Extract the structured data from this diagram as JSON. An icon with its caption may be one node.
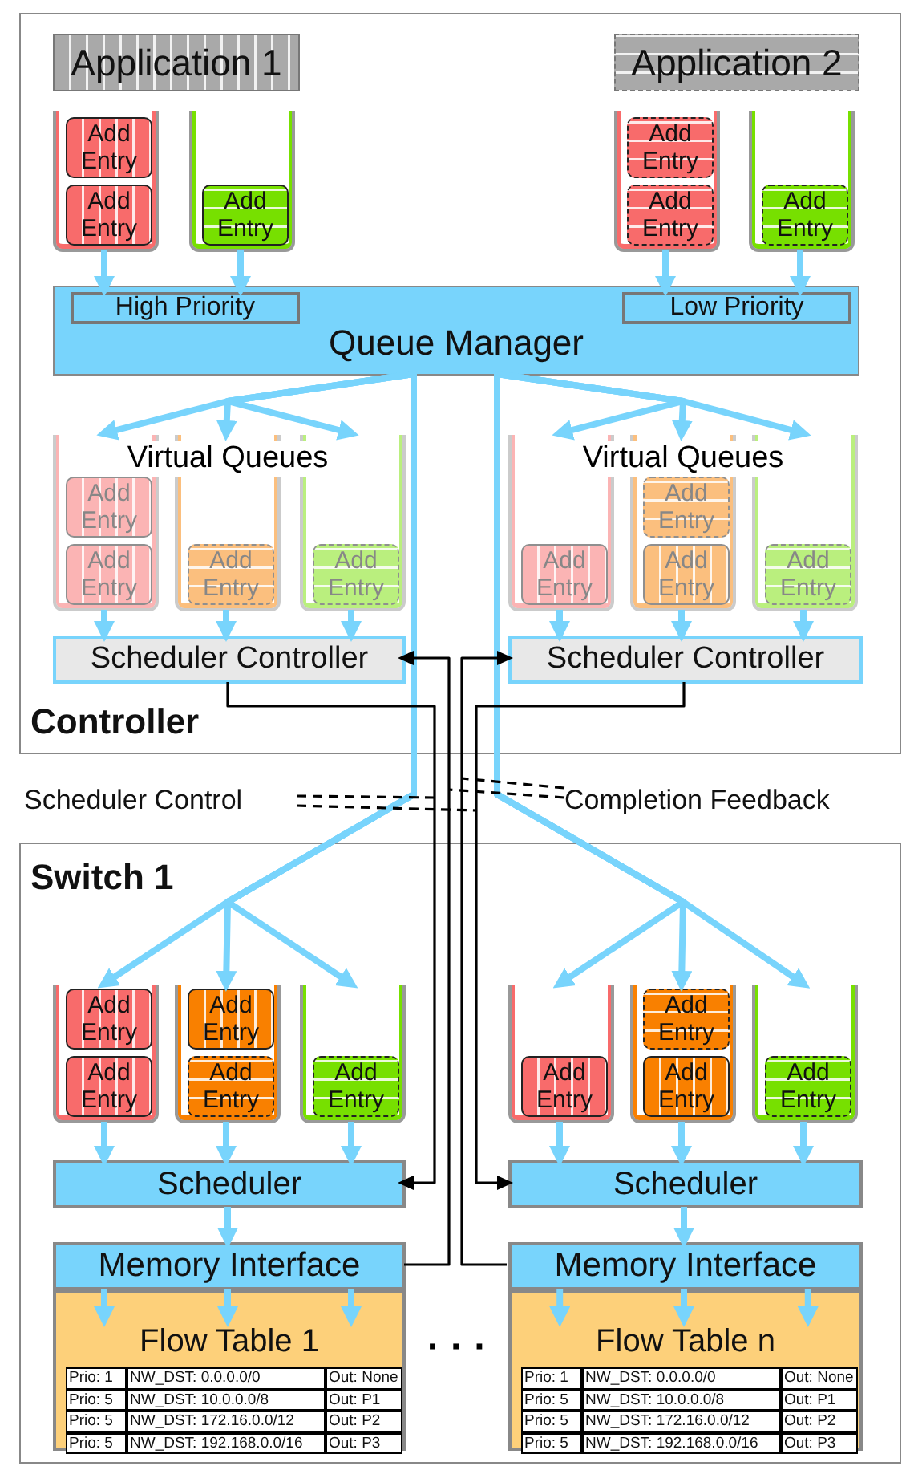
{
  "diagram": {
    "nodes": [
      {
        "text": [
          "Controller"
        ]
      },
      {
        "text": [
          "Application 1"
        ],
        "in": 0
      },
      {
        "text": [
          "Application 2"
        ],
        "in": 0
      },
      {
        "text": [],
        "shape": "box",
        "in": 0
      },
      {
        "text": [
          "Add Entry"
        ],
        "in": 3
      },
      {
        "text": [
          "Add Entry"
        ],
        "in": 3
      },
      {
        "text": [],
        "shape": "box",
        "in": 0
      },
      {
        "text": [
          "Add Entry"
        ],
        "in": 6
      },
      {
        "text": [],
        "shape": "box",
        "in": 0
      },
      {
        "text": [
          "Add Entry"
        ],
        "in": 8
      },
      {
        "text": [
          "Add Entry"
        ],
        "in": 8
      },
      {
        "text": [],
        "shape": "box",
        "in": 0
      },
      {
        "text": [
          "Add Entry"
        ],
        "in": 11
      },
      {
        "text": [
          "Queue Manager"
        ],
        "in": 0
      },
      {
        "text": [
          "High Priority"
        ],
        "in": 13
      },
      {
        "text": [
          "Low Priority"
        ],
        "in": 13
      },
      {
        "text": [],
        "shape": "box",
        "in": 0
      },
      {
        "text": [
          "Add Entry"
        ],
        "in": 16
      },
      {
        "text": [
          "Add Entry"
        ],
        "in": 16
      },
      {
        "text": [],
        "shape": "box",
        "in": 0
      },
      {
        "text": [
          "Add Entry"
        ],
        "in": 19
      },
      {
        "text": [],
        "shape": "box",
        "in": 0
      },
      {
        "text": [
          "Add Entry"
        ],
        "in": 21
      },
      {
        "text": [],
        "shape": "box",
        "in": 0
      },
      {
        "text": [
          "Add Entry"
        ],
        "in": 23
      },
      {
        "text": [],
        "shape": "box",
        "in": 0
      },
      {
        "text": [
          "Add Entry"
        ],
        "in": 25
      },
      {
        "text": [
          "Add Entry"
        ],
        "in": 25
      },
      {
        "text": [],
        "shape": "box",
        "in": 0
      },
      {
        "text": [
          "Add Entry"
        ],
        "in": 28
      },
      {
        "text": [
          "Scheduler Controller"
        ],
        "in": 0
      },
      {
        "text": [
          "Scheduler Controller"
        ],
        "in": 0
      },
      {
        "text": [
          "Scheduler Control"
        ]
      },
      {
        "text": [
          "Completion Feedback"
        ]
      },
      {
        "text": [
          "Switch 1"
        ]
      },
      {
        "text": [],
        "shape": "box",
        "in": 34
      },
      {
        "text": [
          "Add Entry"
        ],
        "in": 35
      },
      {
        "text": [
          "Add Entry"
        ],
        "in": 35
      },
      {
        "text": [],
        "shape": "box",
        "in": 34
      },
      {
        "text": [
          "Add Entry"
        ],
        "in": 38
      },
      {
        "text": [
          "Add Entry"
        ],
        "in": 38
      },
      {
        "text": [],
        "shape": "box",
        "in": 34
      },
      {
        "text": [
          "Add Entry"
        ],
        "in": 41
      },
      {
        "text": [],
        "shape": "box",
        "in": 34
      },
      {
        "text": [
          "Add Entry"
        ],
        "in": 43
      },
      {
        "text": [],
        "shape": "box",
        "in": 34
      },
      {
        "text": [
          "Add Entry"
        ],
        "in": 45
      },
      {
        "text": [
          "Add Entry"
        ],
        "in": 45
      },
      {
        "text": [],
        "shape": "box",
        "in": 34
      },
      {
        "text": [
          "Add Entry"
        ],
        "in": 48
      },
      {
        "text": [
          "Scheduler"
        ],
        "in": 34
      },
      {
        "text": [
          "Scheduler"
        ],
        "in": 34
      },
      {
        "text": [
          "Memory Interface"
        ],
        "in": 34
      },
      {
        "text": [
          "Memory Interface"
        ],
        "in": 34
      },
      {
        "text": [
          "Flow Table 1",
          "Prio: 1",
          "NW_DST: 0.0.0.0/0",
          "Out: None",
          "Prio: 5",
          "NW_DST: 10.0.0.0/8",
          "Out: P1",
          "Prio: 5",
          "NW_DST: 172.16.0.0/12",
          "Out: P2",
          "Prio: 5",
          "NW_DST: 192.168.0.0/16",
          "Out: P3"
        ],
        "in": 34
      },
      {
        "text": [
          "Flow Table n",
          "Prio: 1",
          "NW_DST: 0.0.0.0/0",
          "Out: None",
          "Prio: 5",
          "NW_DST: 10.0.0.0/8",
          "Out: P1",
          "Prio: 5",
          "NW_DST: 172.16.0.0/12",
          "Out: P2",
          "Prio: 5",
          "NW_DST: 192.168.0.0/16",
          "Out: P3"
        ],
        "in": 34
      }
    ],
    "edges": [
      {
        "from": 3,
        "to": 14,
        "arrow": "to"
      },
      {
        "from": 6,
        "to": 14,
        "arrow": "to"
      },
      {
        "from": 8,
        "to": 15,
        "arrow": "to"
      },
      {
        "from": 11,
        "to": 15,
        "arrow": "to"
      },
      {
        "from": 13,
        "to": 16,
        "arrow": "to"
      },
      {
        "from": 13,
        "to": 19,
        "arrow": "to"
      },
      {
        "from": 13,
        "to": 21,
        "arrow": "to"
      },
      {
        "from": 13,
        "to": 23,
        "arrow": "to"
      },
      {
        "from": 13,
        "to": 25,
        "arrow": "to"
      },
      {
        "from": 13,
        "to": 28,
        "arrow": "to"
      },
      {
        "from": 13,
        "to": 35,
        "arrow": "to"
      },
      {
        "from": 13,
        "to": 38,
        "arrow": "to"
      },
      {
        "from": 13,
        "to": 41,
        "arrow": "to"
      },
      {
        "from": 13,
        "to": 43,
        "arrow": "to"
      },
      {
        "from": 13,
        "to": 45,
        "arrow": "to"
      },
      {
        "from": 13,
        "to": 48,
        "arrow": "to"
      },
      {
        "from": 16,
        "to": 30,
        "arrow": "to"
      },
      {
        "from": 19,
        "to": 30,
        "arrow": "to"
      },
      {
        "from": 21,
        "to": 30,
        "arrow": "to"
      },
      {
        "from": 23,
        "to": 31,
        "arrow": "to"
      },
      {
        "from": 25,
        "to": 31,
        "arrow": "to"
      },
      {
        "from": 28,
        "to": 31,
        "arrow": "to"
      },
      {
        "from": 35,
        "to": 50,
        "arrow": "to"
      },
      {
        "from": 38,
        "to": 50,
        "arrow": "to"
      },
      {
        "from": 41,
        "to": 50,
        "arrow": "to"
      },
      {
        "from": 43,
        "to": 51,
        "arrow": "to"
      },
      {
        "from": 45,
        "to": 51,
        "arrow": "to"
      },
      {
        "from": 48,
        "to": 51,
        "arrow": "to"
      },
      {
        "from": 50,
        "to": 52,
        "arrow": "to"
      },
      {
        "from": 51,
        "to": 53,
        "arrow": "to"
      },
      {
        "from": 52,
        "to": 54,
        "arrow": "to"
      },
      {
        "from": 52,
        "to": 54,
        "arrow": "to"
      },
      {
        "from": 52,
        "to": 54,
        "arrow": "to"
      },
      {
        "from": 53,
        "to": 55,
        "arrow": "to"
      },
      {
        "from": 53,
        "to": 55,
        "arrow": "to"
      },
      {
        "from": 53,
        "to": 55,
        "arrow": "to"
      },
      {
        "from": 30,
        "to": 50,
        "arrow": "to",
        "color": "#000000"
      },
      {
        "from": 31,
        "to": 51,
        "arrow": "to",
        "color": "#000000"
      },
      {
        "from": 52,
        "to": 30,
        "arrow": "to",
        "color": "#000000"
      },
      {
        "from": 53,
        "to": 31,
        "arrow": "to",
        "color": "#000000"
      },
      {
        "from": 32,
        "to": null,
        "arrow": "none",
        "style": "dashed",
        "color": "#000000"
      },
      {
        "from": 32,
        "to": null,
        "arrow": "none",
        "style": "dashed",
        "color": "#000000"
      },
      {
        "from": 33,
        "to": null,
        "arrow": "none",
        "style": "dashed",
        "color": "#000000"
      },
      {
        "from": 33,
        "to": null,
        "arrow": "none",
        "style": "dashed",
        "color": "#000000"
      }
    ],
    "labels": [
      "Virtual Queues",
      "Virtual Queues",
      "· · ·"
    ]
  }
}
